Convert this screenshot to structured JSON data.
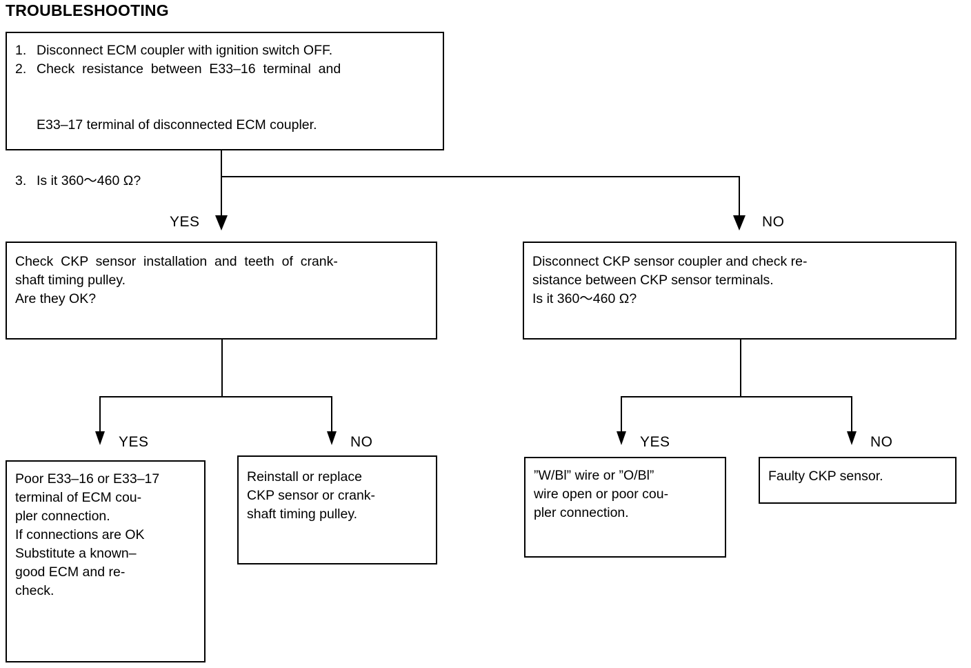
{
  "page": {
    "heading": "TROUBLESHOOTING",
    "ink_color": "#000000",
    "background_color": "#ffffff"
  },
  "boxes": {
    "start": {
      "step1_num": "1.",
      "step1_text": "Disconnect ECM coupler with ignition switch OFF.",
      "step2_num": "2.",
      "step2_text": "Check  resistance  between  E33–16  terminal  and",
      "step2_cont": "E33–17 terminal of disconnected ECM coupler.",
      "step3_num": "3.",
      "step3_text": "Is it 360～460 Ω?"
    },
    "check_installation": {
      "line1": "Check  CKP  sensor  installation  and  teeth  of  crank-",
      "line2": "shaft timing pulley.",
      "line3": "Are they OK?"
    },
    "disconnect_sensor": {
      "line1": "Disconnect CKP sensor coupler and check re-",
      "line2": "sistance between CKP sensor terminals.",
      "line3": "Is it 360～460 Ω?"
    },
    "poor_terminal": {
      "line1": "Poor E33–16 or E33–17",
      "line2": "terminal of ECM cou-",
      "line3": "pler connection.",
      "line4": "If connections are OK",
      "line5": "Substitute a known–",
      "line6": "good ECM and re-",
      "line7": "check."
    },
    "reinstall": {
      "line1": "Reinstall or replace",
      "line2": "CKP sensor or crank-",
      "line3": "shaft timing pulley."
    },
    "wire_open": {
      "line1": "”W/Bl” wire or ”O/Bl”",
      "line2": "wire open or poor cou-",
      "line3": "pler connection."
    },
    "faulty_sensor": {
      "line1": "Faulty CKP sensor."
    }
  },
  "branch_labels": {
    "start_yes": "YES",
    "start_no": "NO",
    "left_yes": "YES",
    "left_no": "NO",
    "right_yes": "YES",
    "right_no": "NO"
  }
}
